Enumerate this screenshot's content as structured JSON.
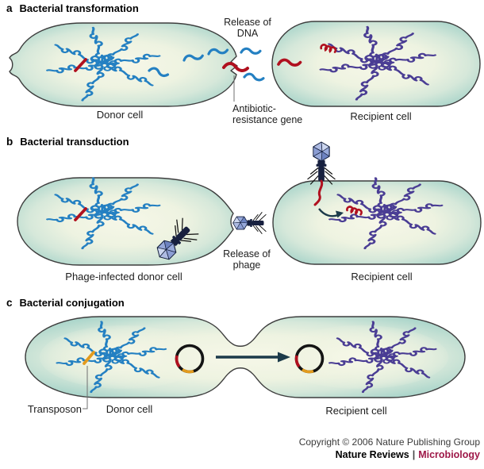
{
  "figure": {
    "panels": [
      {
        "id_label": "a",
        "title": "Bacterial transformation",
        "donor_label": "Donor cell",
        "recipient_label": "Recipient cell",
        "release_annotation": [
          "Release of",
          "DNA"
        ],
        "gene_annotation": [
          "Antibiotic-",
          "resistance gene"
        ]
      },
      {
        "id_label": "b",
        "title": "Bacterial transduction",
        "donor_label": "Phage-infected donor cell",
        "recipient_label": "Recipient cell",
        "release_annotation": [
          "Release of",
          "phage"
        ]
      },
      {
        "id_label": "c",
        "title": "Bacterial conjugation",
        "donor_label": "Donor cell",
        "recipient_label": "Recipient cell",
        "transposon_annotation": "Transposon"
      }
    ],
    "footer": {
      "copyright": "Copyright © 2006 Nature Publishing Group",
      "journal_name": "Nature Reviews",
      "separator": "|",
      "journal_section": "Microbiology"
    },
    "icons": {
      "phage": "bacteriophage-icon",
      "plasmid": "plasmid-ring-icon",
      "chromosome": "dna-tangle-icon",
      "fragment": "dna-fragment-icon",
      "coil": "gene-coil-icon"
    },
    "colors": {
      "donor-dna": "#2480c2",
      "recipient-dna": "#4a3d94",
      "gene-red": "#b0101f",
      "transposon-orange": "#e39b1d",
      "cell-edge": "#a6d3c9",
      "cell-center": "#f6f7e8",
      "cell-outline": "#3d3d3d",
      "arrow-dark": "#1c3a4a",
      "phage-body": "#17203f",
      "phage-head": "#97a9da",
      "journal-red": "#9e1848",
      "connector-gray": "#6f6f6f",
      "label-text": "#1c1c1c",
      "copyright-text": "#3a3a3a"
    }
  }
}
